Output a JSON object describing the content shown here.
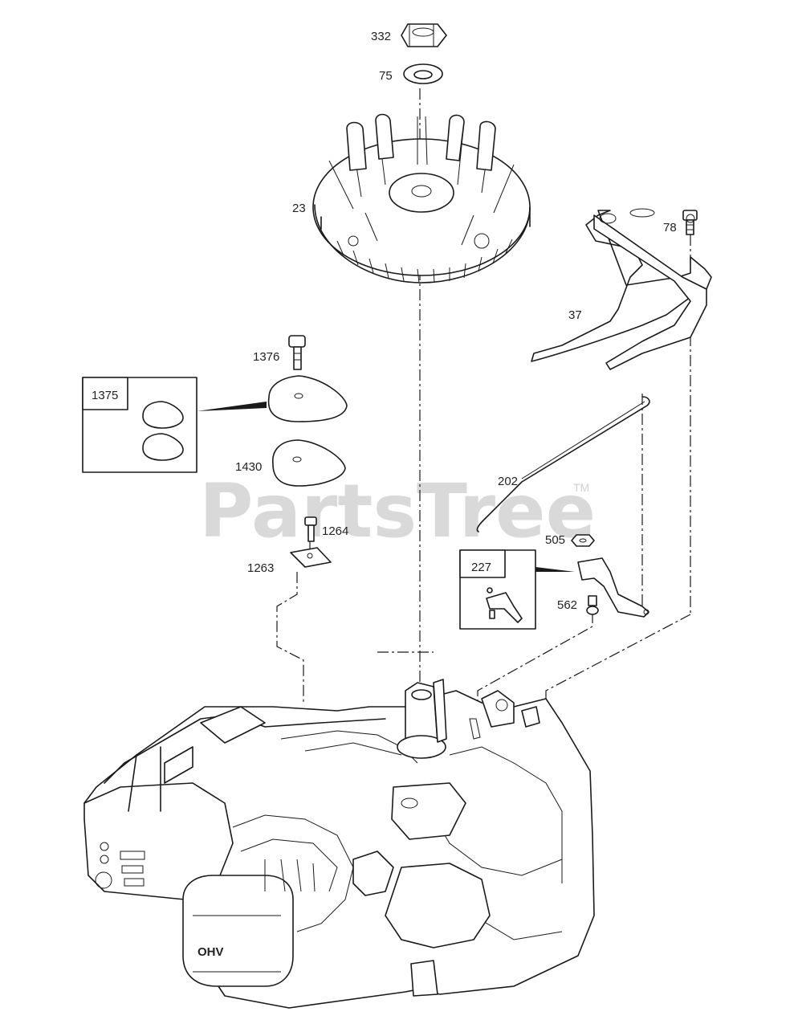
{
  "watermark": {
    "text": "PartsTree",
    "trademark": "TM"
  },
  "callouts": {
    "c332": "332",
    "c75": "75",
    "c23": "23",
    "c78": "78",
    "c37": "37",
    "c1376": "1376",
    "c1375": "1375",
    "c1430": "1430",
    "c202": "202",
    "c1264": "1264",
    "c1263": "1263",
    "c505": "505",
    "c227": "227",
    "c562": "562"
  },
  "engine_badge": "OHV"
}
